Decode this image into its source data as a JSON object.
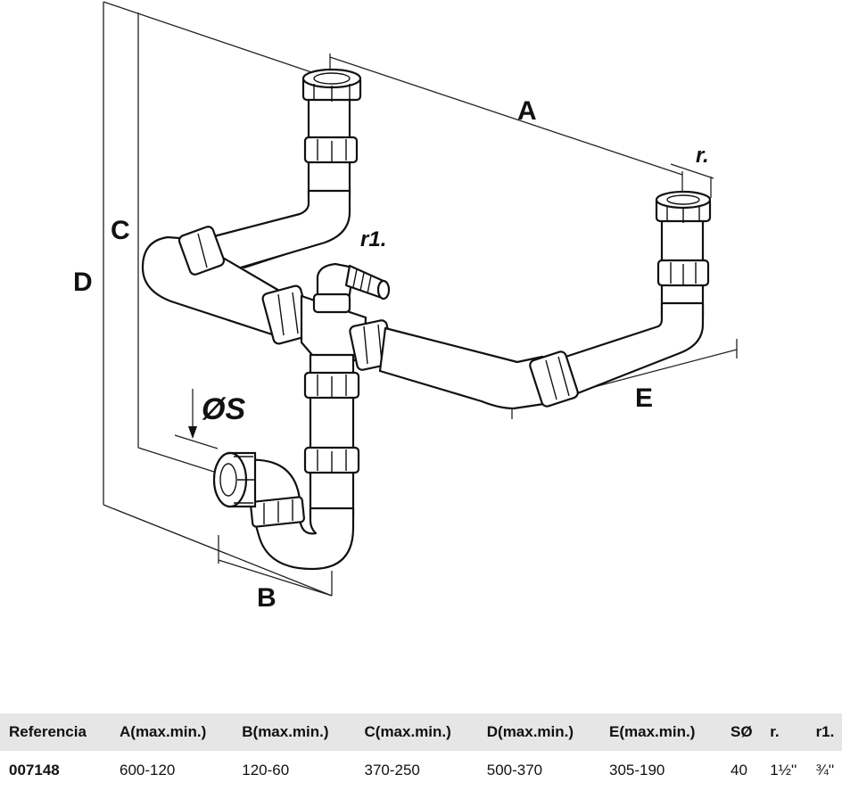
{
  "labels": {
    "A": "A",
    "B": "B",
    "C": "C",
    "D": "D",
    "E": "E",
    "r": "r.",
    "r1": "r1.",
    "S": "ØS"
  },
  "table": {
    "headers": [
      "Referencia",
      "A(max.min.)",
      "B(max.min.)",
      "C(max.min.)",
      "D(max.min.)",
      "E(max.min.)",
      "SØ",
      "r.",
      "r1."
    ],
    "rows": [
      [
        "007148",
        "600-120",
        "120-60",
        "370-250",
        "500-370",
        "305-190",
        "40",
        "1½''",
        "¾''"
      ]
    ]
  }
}
